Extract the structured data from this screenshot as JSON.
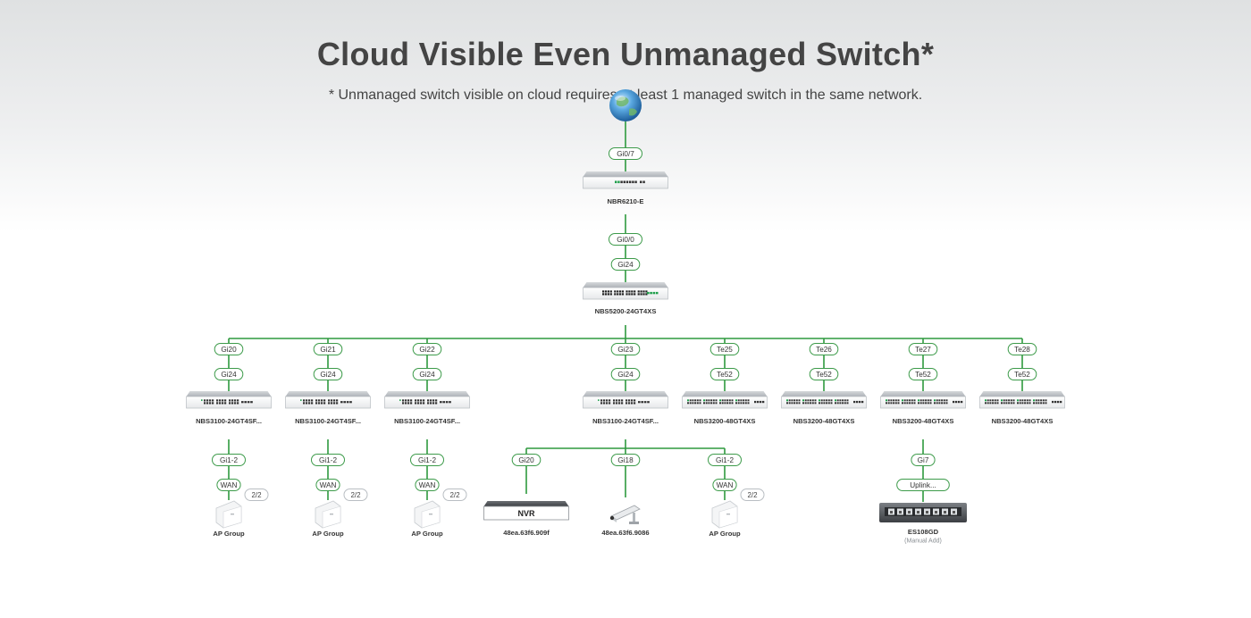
{
  "header": {
    "title": "Cloud Visible Even Unmanaged Switch*",
    "subtitle": "* Unmanaged switch visible on cloud requires at least 1 managed switch in the same network."
  },
  "colors": {
    "link": "#2e9a3e",
    "port_border": "#3d9b4a",
    "text": "#333333",
    "device": "#eceeef"
  },
  "topology": {
    "internet": {
      "icon": "globe-icon"
    },
    "router": {
      "name": "NBR6210-E",
      "uplink_port": "Gi0/7",
      "downlink_port": "Gi0/0"
    },
    "core": {
      "name": "NBS5200-24GT4XS",
      "uplink_port": "Gi24"
    },
    "branches": [
      {
        "core_port": "Gi20",
        "uplink_port": "Gi24",
        "name": "NBS3100-24GT4SF...",
        "type": "switch24",
        "children": [
          {
            "port": "Gi1-2",
            "sub_port": "WAN",
            "badge": "2/2",
            "name": "AP Group",
            "type": "ap"
          }
        ]
      },
      {
        "core_port": "Gi21",
        "uplink_port": "Gi24",
        "name": "NBS3100-24GT4SF...",
        "type": "switch24",
        "children": [
          {
            "port": "Gi1-2",
            "sub_port": "WAN",
            "badge": "2/2",
            "name": "AP Group",
            "type": "ap"
          }
        ]
      },
      {
        "core_port": "Gi22",
        "uplink_port": "Gi24",
        "name": "NBS3100-24GT4SF...",
        "type": "switch24",
        "children": [
          {
            "port": "Gi1-2",
            "sub_port": "WAN",
            "badge": "2/2",
            "name": "AP Group",
            "type": "ap"
          }
        ]
      },
      {
        "core_port": "Gi23",
        "uplink_port": "Gi24",
        "name": "NBS3100-24GT4SF...",
        "type": "switch24",
        "children": [
          {
            "port": "Gi20",
            "name": "48ea.63f6.909f",
            "type": "nvr",
            "device_text": "NVR"
          },
          {
            "port": "Gi18",
            "name": "48ea.63f6.9086",
            "type": "camera"
          },
          {
            "port": "Gi1-2",
            "sub_port": "WAN",
            "badge": "2/2",
            "name": "AP Group",
            "type": "ap"
          }
        ]
      },
      {
        "core_port": "Te25",
        "uplink_port": "Te52",
        "name": "NBS3200-48GT4XS",
        "type": "switch48",
        "children": []
      },
      {
        "core_port": "Te26",
        "uplink_port": "Te52",
        "name": "NBS3200-48GT4XS",
        "type": "switch48",
        "children": []
      },
      {
        "core_port": "Te27",
        "uplink_port": "Te52",
        "name": "NBS3200-48GT4XS",
        "type": "switch48",
        "children": [
          {
            "port": "Gi7",
            "sub_port": "Uplink...",
            "name": "ES108GD",
            "note": "(Manual Add)",
            "type": "unmanaged"
          }
        ]
      },
      {
        "core_port": "Te28",
        "uplink_port": "Te52",
        "name": "NBS3200-48GT4XS",
        "type": "switch48",
        "children": []
      }
    ]
  }
}
